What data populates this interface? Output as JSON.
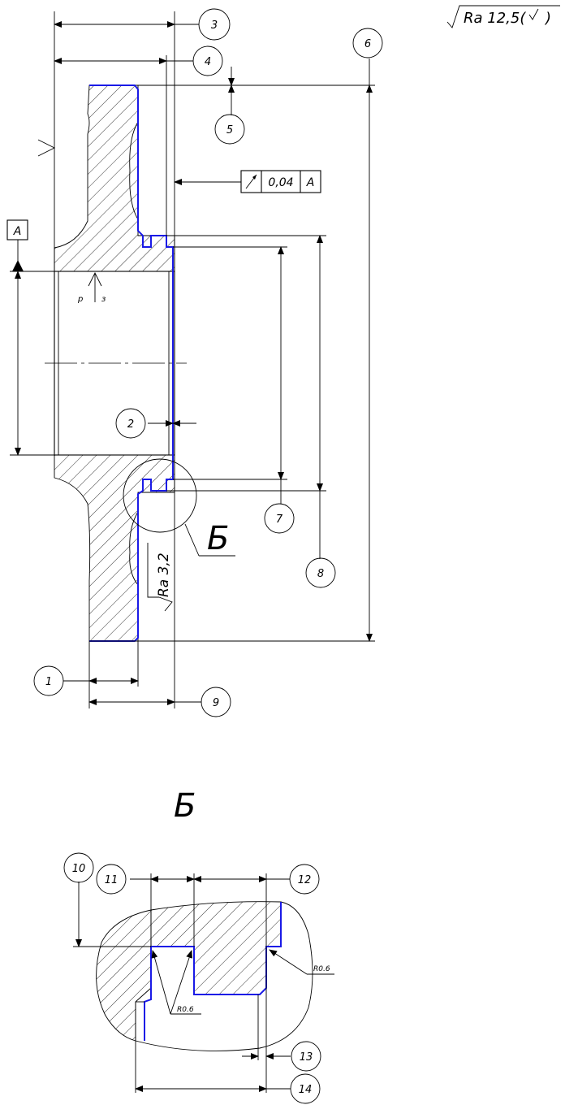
{
  "roughness": {
    "general": "Ra 12,5(",
    "general_suffix": ")",
    "local": "Ra 3,2"
  },
  "datum": {
    "label": "A"
  },
  "runout_frame": {
    "tolerance": "0,04",
    "datum": "A"
  },
  "detail": {
    "callout": "Б",
    "title": "Б"
  },
  "radius_labels": [
    "R0.6",
    "R0.6"
  ],
  "small_labels": {
    "p": "p",
    "z": "з"
  },
  "balloons": [
    "1",
    "2",
    "3",
    "4",
    "5",
    "6",
    "7",
    "8",
    "9",
    "10",
    "11",
    "12",
    "13",
    "14"
  ],
  "colors": {
    "line": "#000000",
    "accent": "#1a1ae6",
    "background": "#ffffff"
  }
}
